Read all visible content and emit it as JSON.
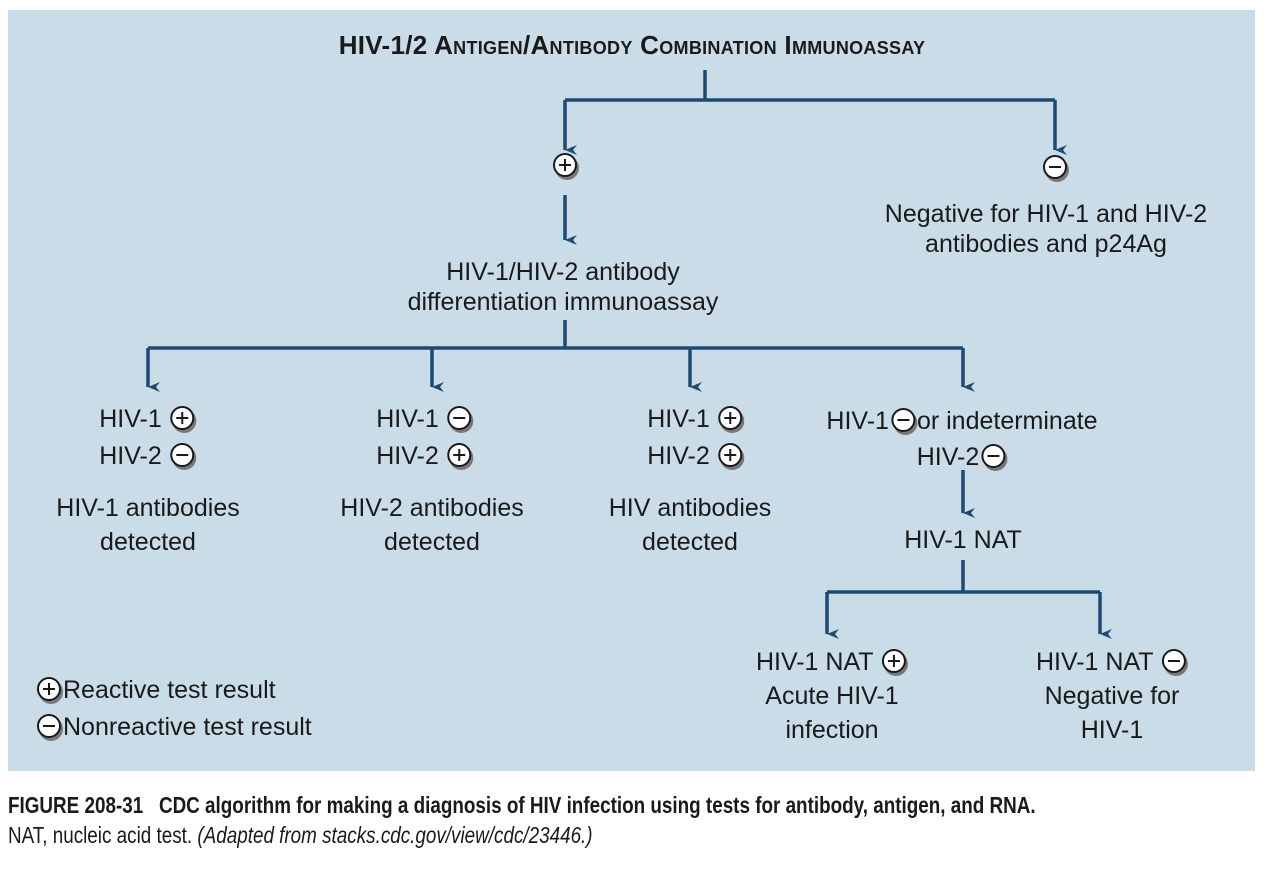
{
  "title": "HIV-1/2 Antigen/Antibody Combination Immunoassay",
  "symbols": {
    "plus": "plus-circle-icon",
    "minus": "minus-circle-icon"
  },
  "colors": {
    "background": "#c9dce8",
    "arrow": "#1d4a73"
  },
  "negative_branch": {
    "line1": "Negative for HIV-1 and HIV-2",
    "line2": "antibodies and p24Ag"
  },
  "differentiation": {
    "line1": "HIV-1/HIV-2 antibody",
    "line2": "differentiation immunoassay"
  },
  "col1": {
    "hiv1": "HIV-1",
    "hiv2": "HIV-2",
    "r1": "HIV-1 antibodies",
    "r2": "detected"
  },
  "col2": {
    "hiv1": "HIV-1",
    "hiv2": "HIV-2",
    "r1": "HIV-2 antibodies",
    "r2": "detected"
  },
  "col3": {
    "hiv1": "HIV-1",
    "hiv2": "HIV-2",
    "r1": "HIV antibodies",
    "r2": "detected"
  },
  "col4": {
    "hiv1": "HIV-1",
    "or_text": "or indeterminate",
    "hiv2": "HIV-2",
    "nat": "HIV-1 NAT"
  },
  "nat_pos": {
    "label": "HIV-1 NAT",
    "r1": "Acute HIV-1",
    "r2": "infection"
  },
  "nat_neg": {
    "label": "HIV-1 NAT",
    "r1": "Negative for",
    "r2": "HIV-1"
  },
  "legend": {
    "reactive": "Reactive test result",
    "nonreactive": "Nonreactive test result"
  },
  "caption": {
    "figure": "FIGURE 208-31",
    "text": "CDC algorithm for making a diagnosis of HIV infection using tests for antibody, antigen, and RNA.",
    "line2": "NAT, nucleic acid test.",
    "source": "(Adapted from stacks.cdc.gov/view/cdc/23446.)"
  }
}
